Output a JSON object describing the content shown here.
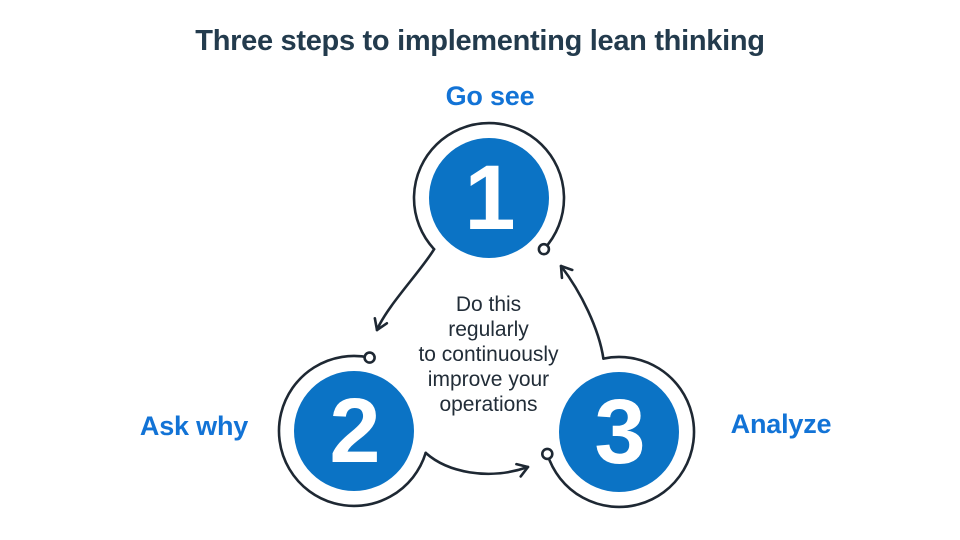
{
  "header": {
    "title": "Three steps to implementing lean thinking"
  },
  "diagram": {
    "type": "cycle",
    "flow": "1 → 2 → 3 → 1",
    "steps": [
      {
        "number": "1",
        "label": "Go see"
      },
      {
        "number": "2",
        "label": "Ask why"
      },
      {
        "number": "3",
        "label": "Analyze"
      }
    ],
    "center_text": {
      "line1": "Do this",
      "line2": "regularly",
      "line3": "to continuously",
      "line4": "improve your",
      "line5": "operations"
    },
    "colors": {
      "step_circle_fill": "#0b73c5",
      "label_blue": "#1273d6",
      "outline_dark": "#1e2833",
      "title_navy": "#233b4d",
      "center_text_dark": "#222d38"
    }
  }
}
